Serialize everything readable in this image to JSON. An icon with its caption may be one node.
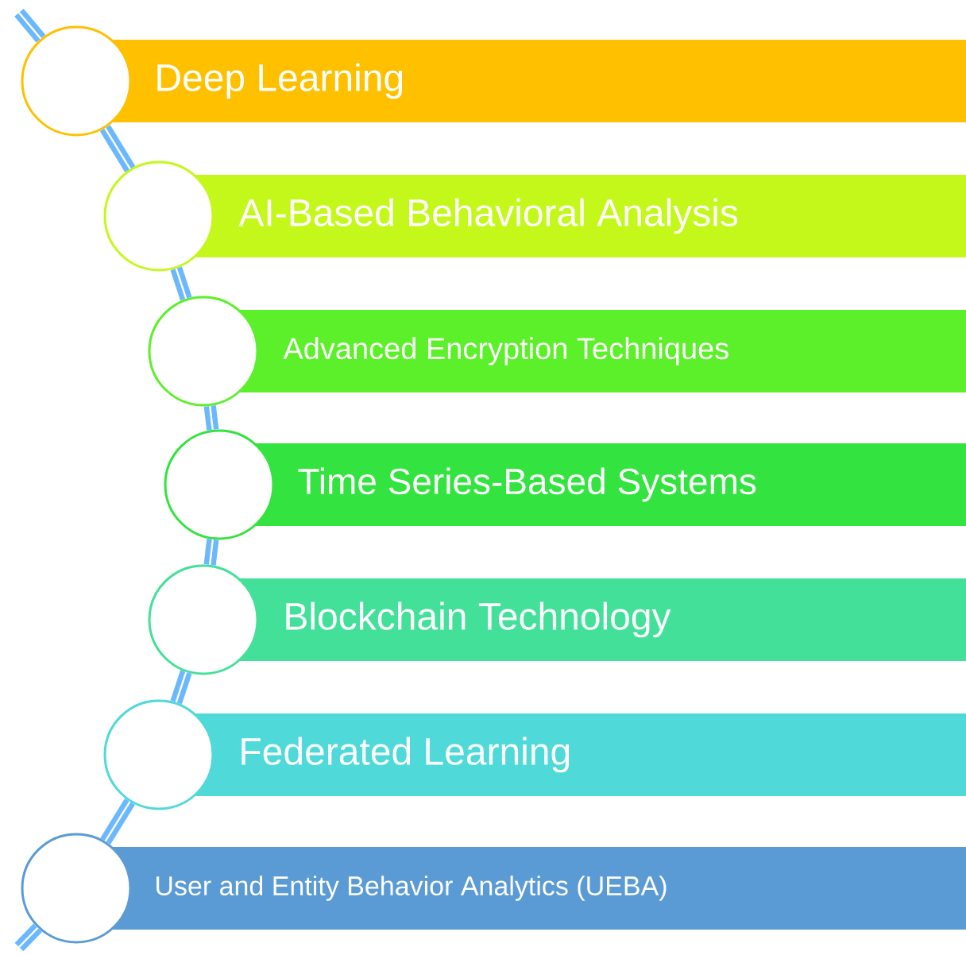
{
  "diagram": {
    "nodes": [
      {
        "text": [
          "Deep Learning"
        ]
      },
      {
        "text": [
          "AI-Based Behavioral Analysis"
        ]
      },
      {
        "text": [
          "Advanced Encryption Techniques"
        ]
      },
      {
        "text": [
          "Time Series-Based Systems"
        ]
      },
      {
        "text": [
          "Blockchain Technology"
        ]
      },
      {
        "text": [
          "Federated Learning"
        ]
      },
      {
        "text": [
          "User and Entity Behavior Analytics (UEBA)"
        ]
      },
      {
        "text": [],
        "shape": "circle"
      },
      {
        "text": [],
        "shape": "circle"
      },
      {
        "text": [],
        "shape": "circle"
      },
      {
        "text": [],
        "shape": "circle"
      },
      {
        "text": [],
        "shape": "circle"
      },
      {
        "text": [],
        "shape": "circle"
      },
      {
        "text": [],
        "shape": "circle"
      }
    ],
    "edges": [
      {
        "from": null,
        "to": 7,
        "arrow": "none"
      },
      {
        "from": 7,
        "to": 8,
        "arrow": "none"
      },
      {
        "from": 8,
        "to": 9,
        "arrow": "none"
      },
      {
        "from": 9,
        "to": 10,
        "arrow": "none"
      },
      {
        "from": 10,
        "to": 11,
        "arrow": "none"
      },
      {
        "from": 11,
        "to": 12,
        "arrow": "none"
      },
      {
        "from": 12,
        "to": 13,
        "arrow": "none"
      },
      {
        "from": 13,
        "to": null,
        "arrow": "none"
      }
    ]
  }
}
